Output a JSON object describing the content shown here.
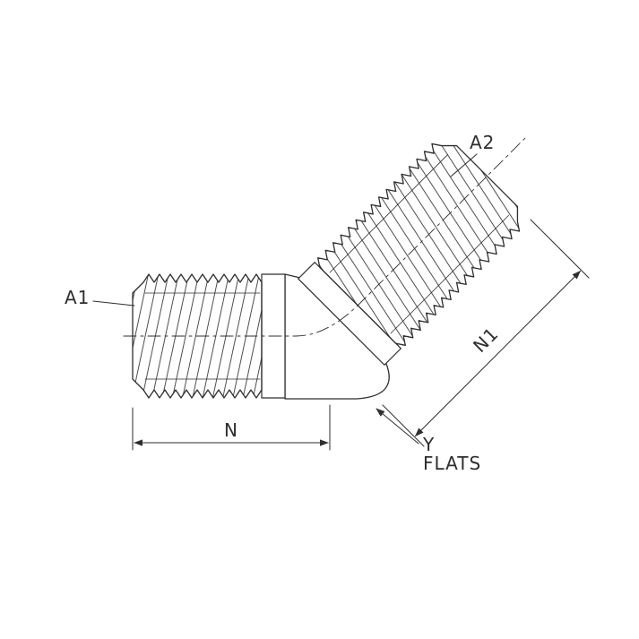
{
  "drawing": {
    "labels": {
      "a1": "A1",
      "a2": "A2",
      "n": "N",
      "n1": "N1",
      "y": "Y",
      "flats": "FLATS"
    },
    "colors": {
      "line": "#2e2e2e",
      "text": "#2e2e2e",
      "background": "#ffffff"
    }
  }
}
